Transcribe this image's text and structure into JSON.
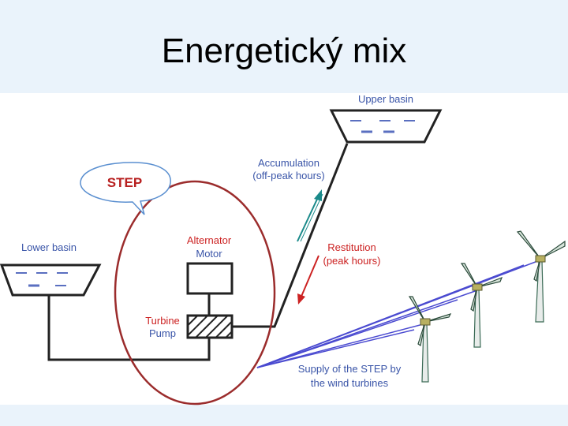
{
  "title": "Energetický mix",
  "labels": {
    "upper_basin": "Upper basin",
    "lower_basin": "Lower basin",
    "step": "STEP",
    "accumulation_line1": "Accumulation",
    "accumulation_line2": "(off-peak hours)",
    "restitution_line1": "Restitution",
    "restitution_line2": "(peak hours)",
    "alternator_line1": "Alternator",
    "alternator_line2": "Motor",
    "turbine_line1": "Turbine",
    "turbine_line2": "Pump",
    "supply_line1": "Supply of the STEP by",
    "supply_line2": "the wind turbines"
  },
  "colors": {
    "ellipse": "#9b2c2c",
    "accumulation": "#1a8a8a",
    "restitution": "#cc2222",
    "wind_lines": "#4a4ad0",
    "label_blue": "#3a55a8",
    "label_red": "#cc2222",
    "step_text": "#b82020"
  }
}
